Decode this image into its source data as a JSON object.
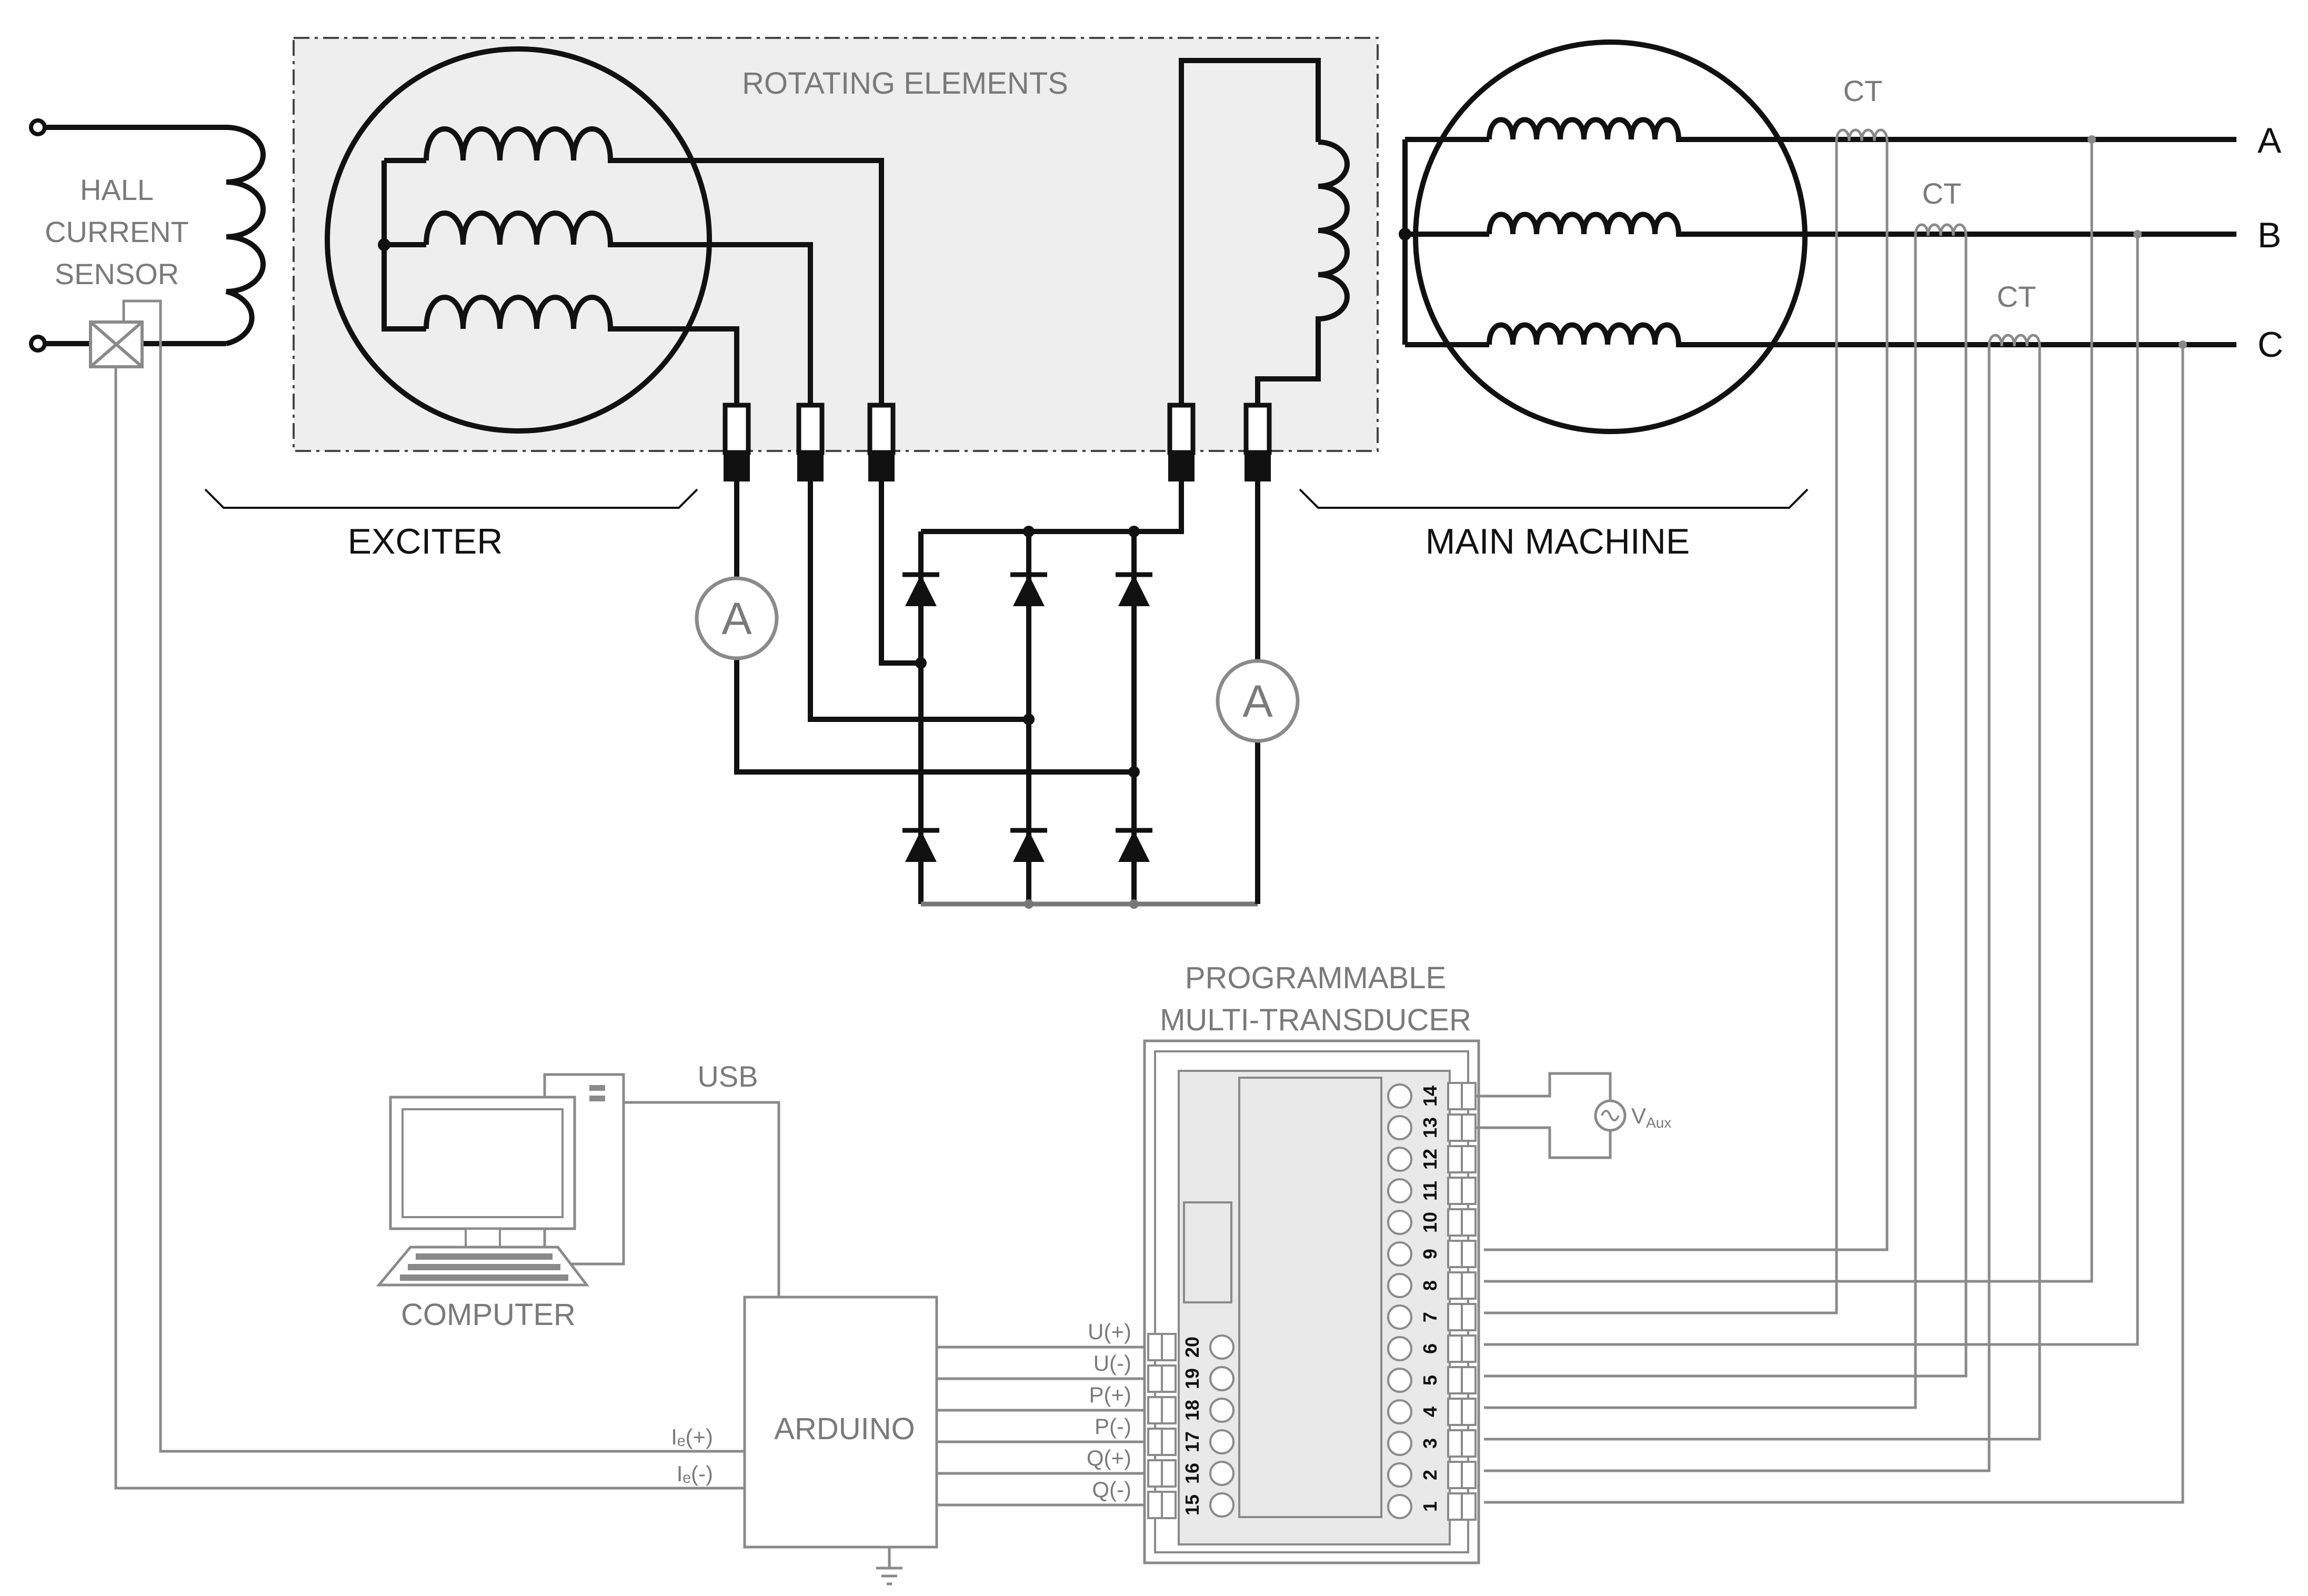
{
  "labels": {
    "hall_line1": "HALL",
    "hall_line2": "CURRENT",
    "hall_line3": "SENSOR",
    "rotating_elements": "ROTATING ELEMENTS",
    "exciter": "EXCITER",
    "main_machine": "MAIN MACHINE",
    "ct": "CT",
    "phase_a": "A",
    "phase_b": "B",
    "phase_c": "C",
    "ammeter": "A",
    "usb": "USB",
    "computer": "COMPUTER",
    "arduino": "ARDUINO",
    "transducer_line1": "PROGRAMMABLE",
    "transducer_line2": "MULTI-TRANSDUCER",
    "vaux_main": "V",
    "vaux_sub": "Aux",
    "ie_plus": "Iₑ(+)",
    "ie_minus": "Iₑ(-)"
  },
  "signals": [
    "U(+)",
    "U(-)",
    "P(+)",
    "P(-)",
    "Q(+)",
    "Q(-)"
  ],
  "pins_left": [
    "15",
    "16",
    "17",
    "18",
    "19",
    "20"
  ],
  "pins_right": [
    "1",
    "2",
    "3",
    "4",
    "5",
    "6",
    "7",
    "8",
    "9",
    "10",
    "11",
    "12",
    "13",
    "14"
  ],
  "colors": {
    "power_wire": "#111111",
    "signal_wire": "#8a8a8a",
    "rotating_area": "#eeeeee"
  }
}
